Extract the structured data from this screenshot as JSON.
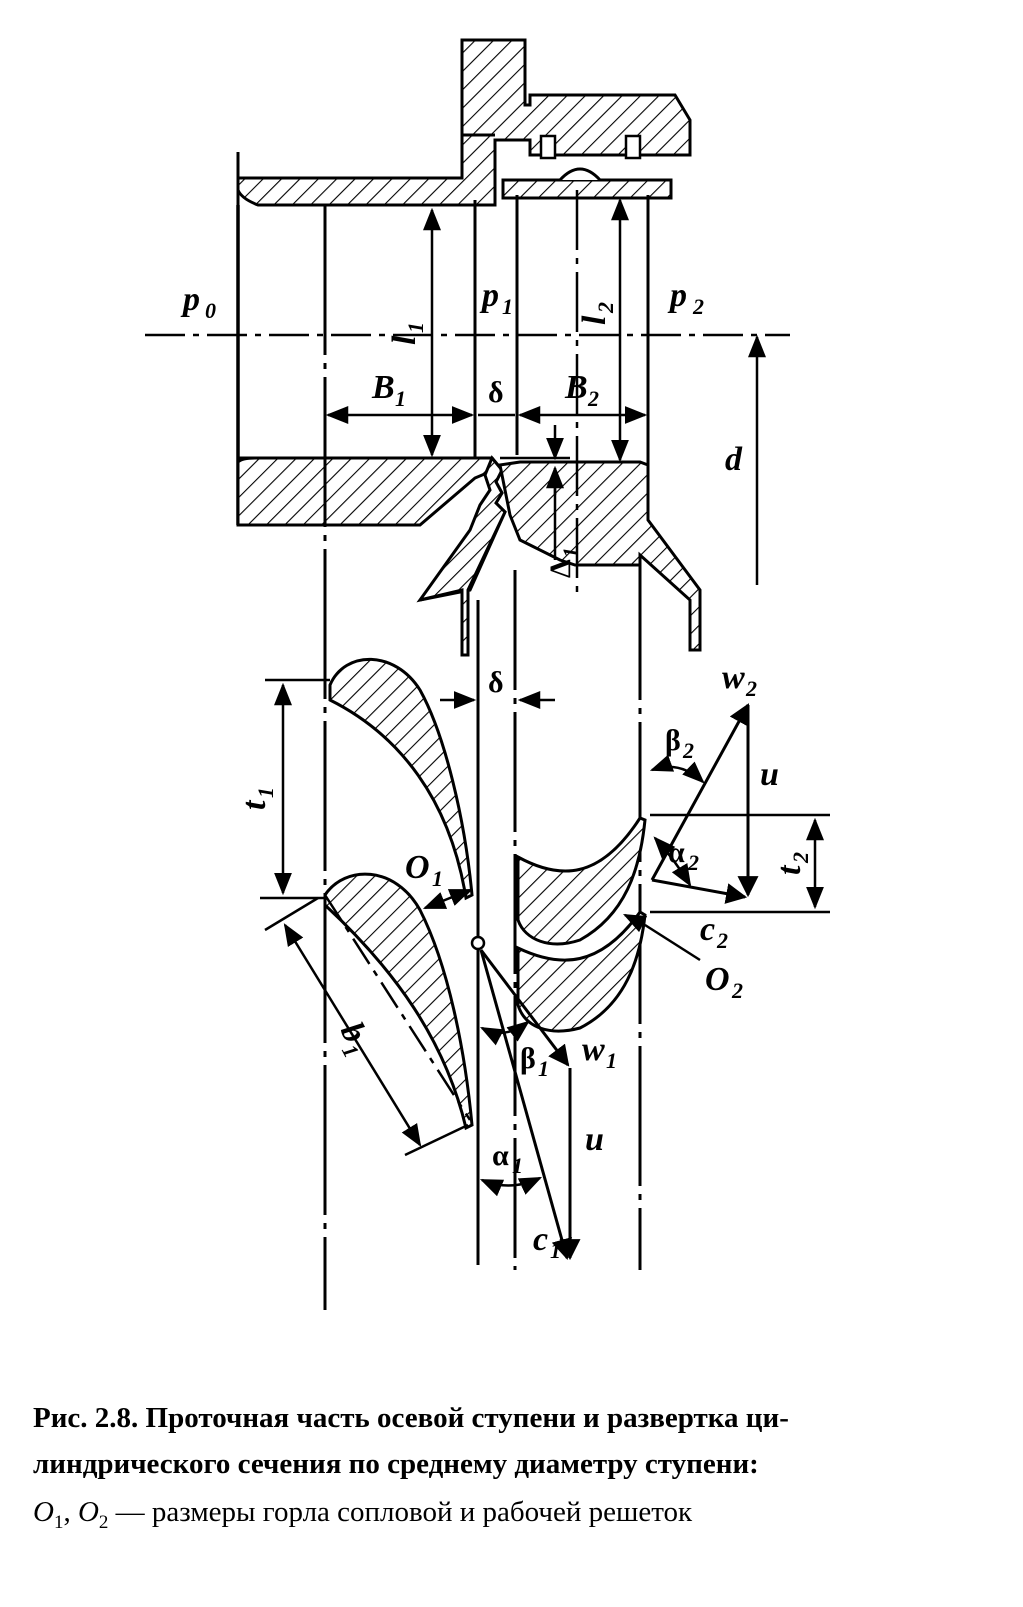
{
  "labels": {
    "p0": "p",
    "p0_sub": "0",
    "p1": "p",
    "p1_sub": "1",
    "p2": "p",
    "p2_sub": "2",
    "l1": "l",
    "l1_sub": "1",
    "l2": "l",
    "l2_sub": "2",
    "B1": "B",
    "B1_sub": "1",
    "B2": "B",
    "B2_sub": "2",
    "delta": "δ",
    "delta2": "δ",
    "d": "d",
    "Delta1": "Δ",
    "Delta1_sub": "1",
    "t1": "t",
    "t1_sub": "1",
    "t2": "t",
    "t2_sub": "2",
    "b1": "b",
    "b1_sub": "1",
    "O1": "O",
    "O1_sub": "1",
    "O2": "O",
    "O2_sub": "2",
    "w1": "w",
    "w1_sub": "1",
    "w2": "w",
    "w2_sub": "2",
    "c1": "c",
    "c1_sub": "1",
    "c2": "c",
    "c2_sub": "2",
    "u_top": "u",
    "u_bottom": "u",
    "alpha1": "α",
    "alpha1_sub": "1",
    "alpha2": "α",
    "alpha2_sub": "2",
    "beta1": "β",
    "beta1_sub": "1",
    "beta2": "β",
    "beta2_sub": "2"
  },
  "caption": {
    "line1": "Рис. 2.8. Проточная часть осевой ступени и развертка ци-",
    "line2": "линдрического сечения по среднему диаметру ступени:",
    "o1": "O",
    "o1_sub": "1",
    "sep": ", ",
    "o2": "O",
    "o2_sub": "2",
    "line3_rest": " — размеры горла сопловой и рабочей решеток"
  }
}
